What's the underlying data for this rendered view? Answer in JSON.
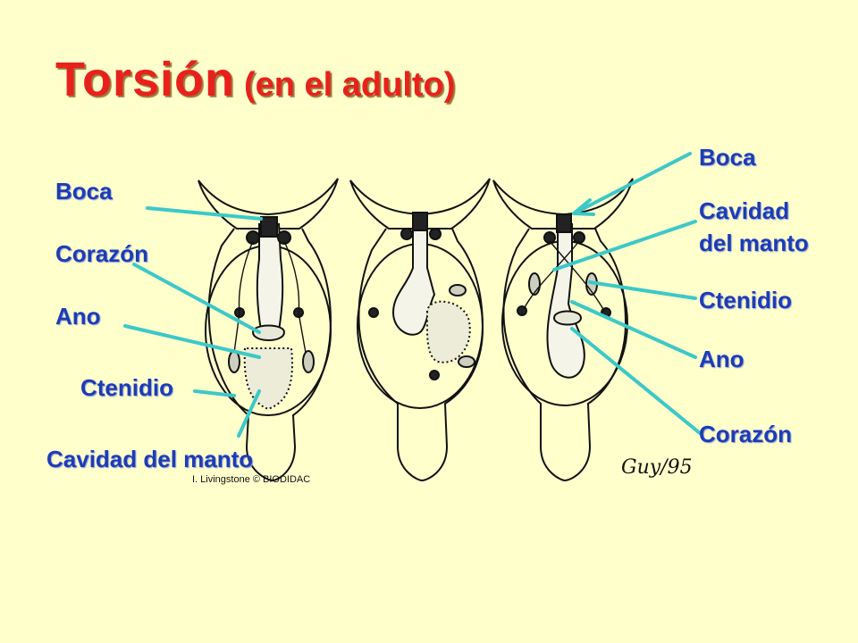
{
  "title": {
    "main": "Torsión",
    "sub": "(en el adulto)"
  },
  "left_labels": {
    "boca": "Boca",
    "corazon": "Corazón",
    "ano": "Ano",
    "ctenidio": "Ctenidio",
    "cavidad": "Cavidad del manto"
  },
  "right_labels": {
    "boca": "Boca",
    "cavidad_line1": "Cavidad",
    "cavidad_line2": "del manto",
    "ctenidio": "Ctenidio",
    "ano": "Ano",
    "corazon": "Corazón"
  },
  "credit": "I. Livingstone © BIODIDAC",
  "signature": "Guy/95",
  "colors": {
    "background": "#FFFFCC",
    "title": "#E8211C",
    "label": "#1E3CB4",
    "pointer": "#3CC8C8"
  }
}
